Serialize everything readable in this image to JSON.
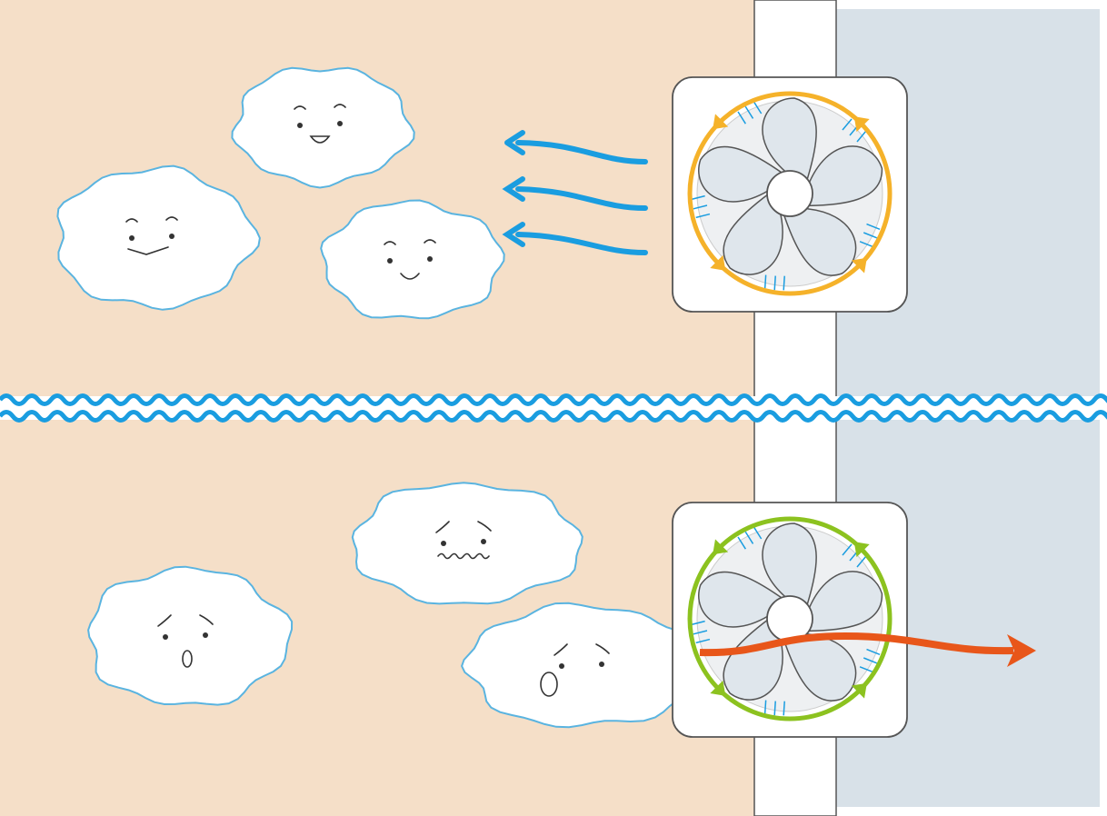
{
  "colors": {
    "room": "#f5dfc8",
    "outside": "#d8e1e8",
    "wall": "#ffffff",
    "airflow_arrow": "#1a9de0",
    "intake_rotation": "#f5b22a",
    "exhaust_rotation": "#8cc21f",
    "exhaust_arrow": "#e8561a",
    "cloud_outline": "#5ab4e0",
    "divider_wave": "#1a9de0"
  },
  "scenes": [
    {
      "name": "intake-fan-scene",
      "fan_mode": "intake",
      "cloud_moods": [
        "happy",
        "content",
        "smiling"
      ]
    },
    {
      "name": "exhaust-fan-scene",
      "fan_mode": "exhaust",
      "cloud_moods": [
        "worried",
        "surprised",
        "alarmed"
      ]
    }
  ],
  "icons": [
    "fan-icon",
    "cloud-character-icon",
    "airflow-arrow-icon",
    "rotation-arrow-icon",
    "wave-divider-icon"
  ]
}
